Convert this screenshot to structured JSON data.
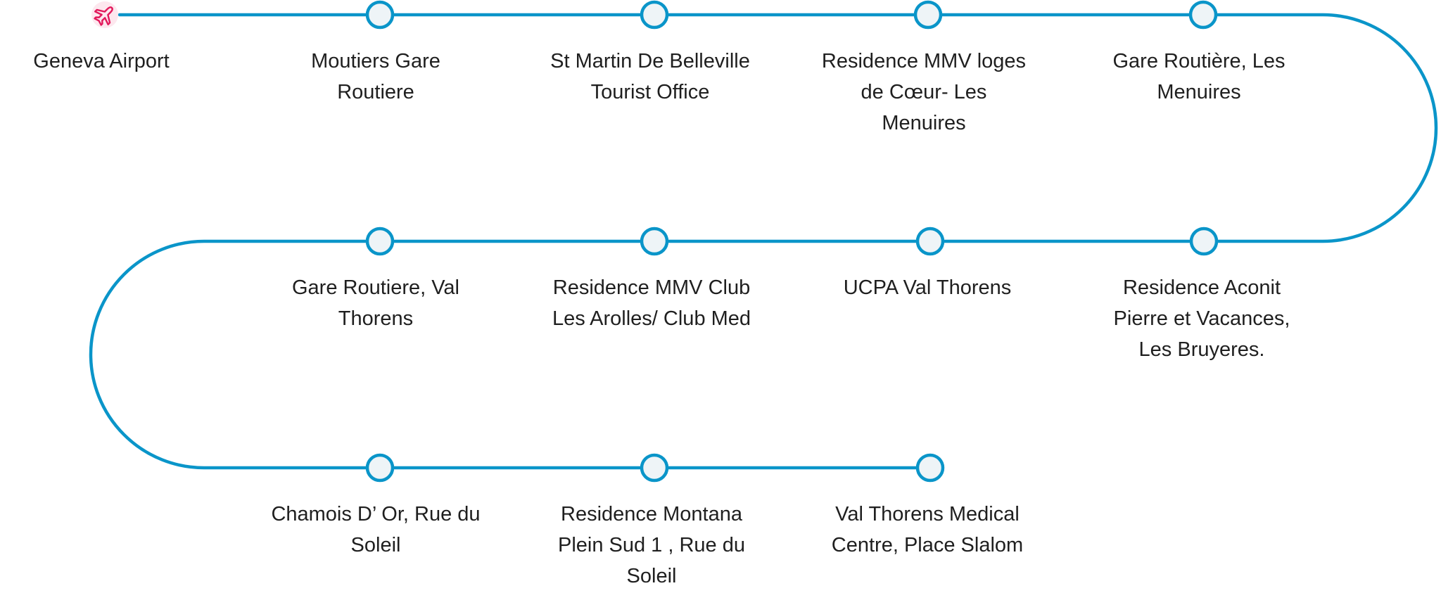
{
  "theme": {
    "route_color": "#0a95c9",
    "stop_fill": "#eef4f7",
    "airport_icon_color": "#e2185b",
    "airport_icon_bg": "#fde7ee",
    "text_color": "#1f1f1f"
  },
  "origin": {
    "label": "Geneva Airport",
    "icon": "airplane-icon"
  },
  "stops": [
    {
      "label": "Moutiers Gare Routiere"
    },
    {
      "label": "St Martin De Belleville Tourist Office"
    },
    {
      "label": "Residence MMV loges de Cœur- Les Menuires"
    },
    {
      "label": "Gare Routière, Les Menuires"
    },
    {
      "label": "Residence Aconit Pierre et Vacances, Les Bruyeres."
    },
    {
      "label": "UCPA Val Thorens"
    },
    {
      "label": "Residence MMV Club Les Arolles/ Club Med"
    },
    {
      "label": "Gare Routiere, Val Thorens"
    },
    {
      "label": "Chamois D’ Or, Rue du Soleil"
    },
    {
      "label": "Residence Montana Plein Sud 1 , Rue du Soleil"
    },
    {
      "label": "Val Thorens Medical Centre, Place Slalom"
    }
  ]
}
